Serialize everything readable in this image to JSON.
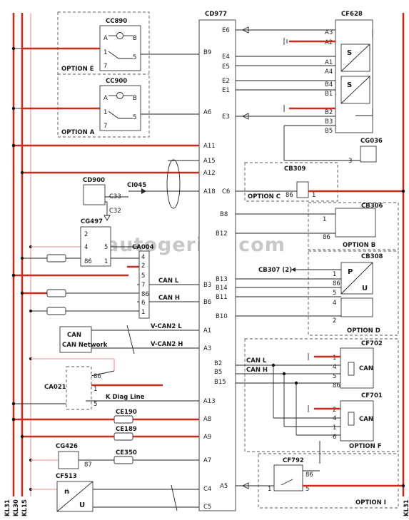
{
  "watermark": "autogeriko.com",
  "rails": [
    "KL31",
    "KL30",
    "KL15",
    "KL31"
  ],
  "modules": {
    "cd977": "CD977",
    "cf628": "CF628",
    "cc890": "CC890",
    "cc900": "CC900",
    "cg036": "CG036",
    "cb309": "CB309",
    "cd900": "CD900",
    "cg497": "CG497",
    "ca004": "CA004",
    "cb306": "CB306",
    "cb308": "CB308",
    "cf702": "CF702",
    "cf701": "CF701",
    "ca021": "CA021",
    "cf792": "CF792",
    "cg426": "CG426",
    "cf513": "CF513",
    "ci045": "CI045",
    "ce190": "CE190",
    "ce189": "CE189",
    "ce350": "CE350"
  },
  "options": {
    "e": "OPTION E",
    "a": "OPTION A",
    "c": "OPTION C",
    "b": "OPTION B",
    "d": "OPTION D",
    "f": "OPTION F",
    "i": "OPTION I"
  },
  "ecu_pins": [
    "E6",
    "B9",
    "E4",
    "E5",
    "E2",
    "E1",
    "A6",
    "E3",
    "A11",
    "A15",
    "A12",
    "A18",
    "C6",
    "B8",
    "B12",
    "B13",
    "B14",
    "B11",
    "B3",
    "B6",
    "B10",
    "A1",
    "A3",
    "B2",
    "B5",
    "B15",
    "A13",
    "A8",
    "A9",
    "A7",
    "A5",
    "C4",
    "C5"
  ],
  "cf628_pins": [
    "A3",
    "A2",
    "A1",
    "A4",
    "B4",
    "B1",
    "B2",
    "B3",
    "B5"
  ],
  "relay_pins": [
    "A",
    "B",
    "1",
    "5",
    "7"
  ],
  "misc_pins": [
    "C33",
    "C32",
    "86",
    "1",
    "2",
    "4",
    "5",
    "3",
    "6",
    "7",
    "87"
  ],
  "sensor_letters": [
    "S",
    "P",
    "U",
    "n"
  ],
  "can_label": "CAN",
  "wires": {
    "can_l": "CAN L",
    "can_h": "CAN H",
    "vcan2_l": "V-CAN2 L",
    "vcan2_h": "V-CAN2 H",
    "kdiag": "K Diag Line",
    "cb307_ref": "CB307 (2)",
    "can_network": "CAN Network"
  },
  "colors": {
    "power_wire": "#cc2a1a",
    "ignition_wire": "#f4b3b3",
    "signal_wire": "#222222"
  }
}
